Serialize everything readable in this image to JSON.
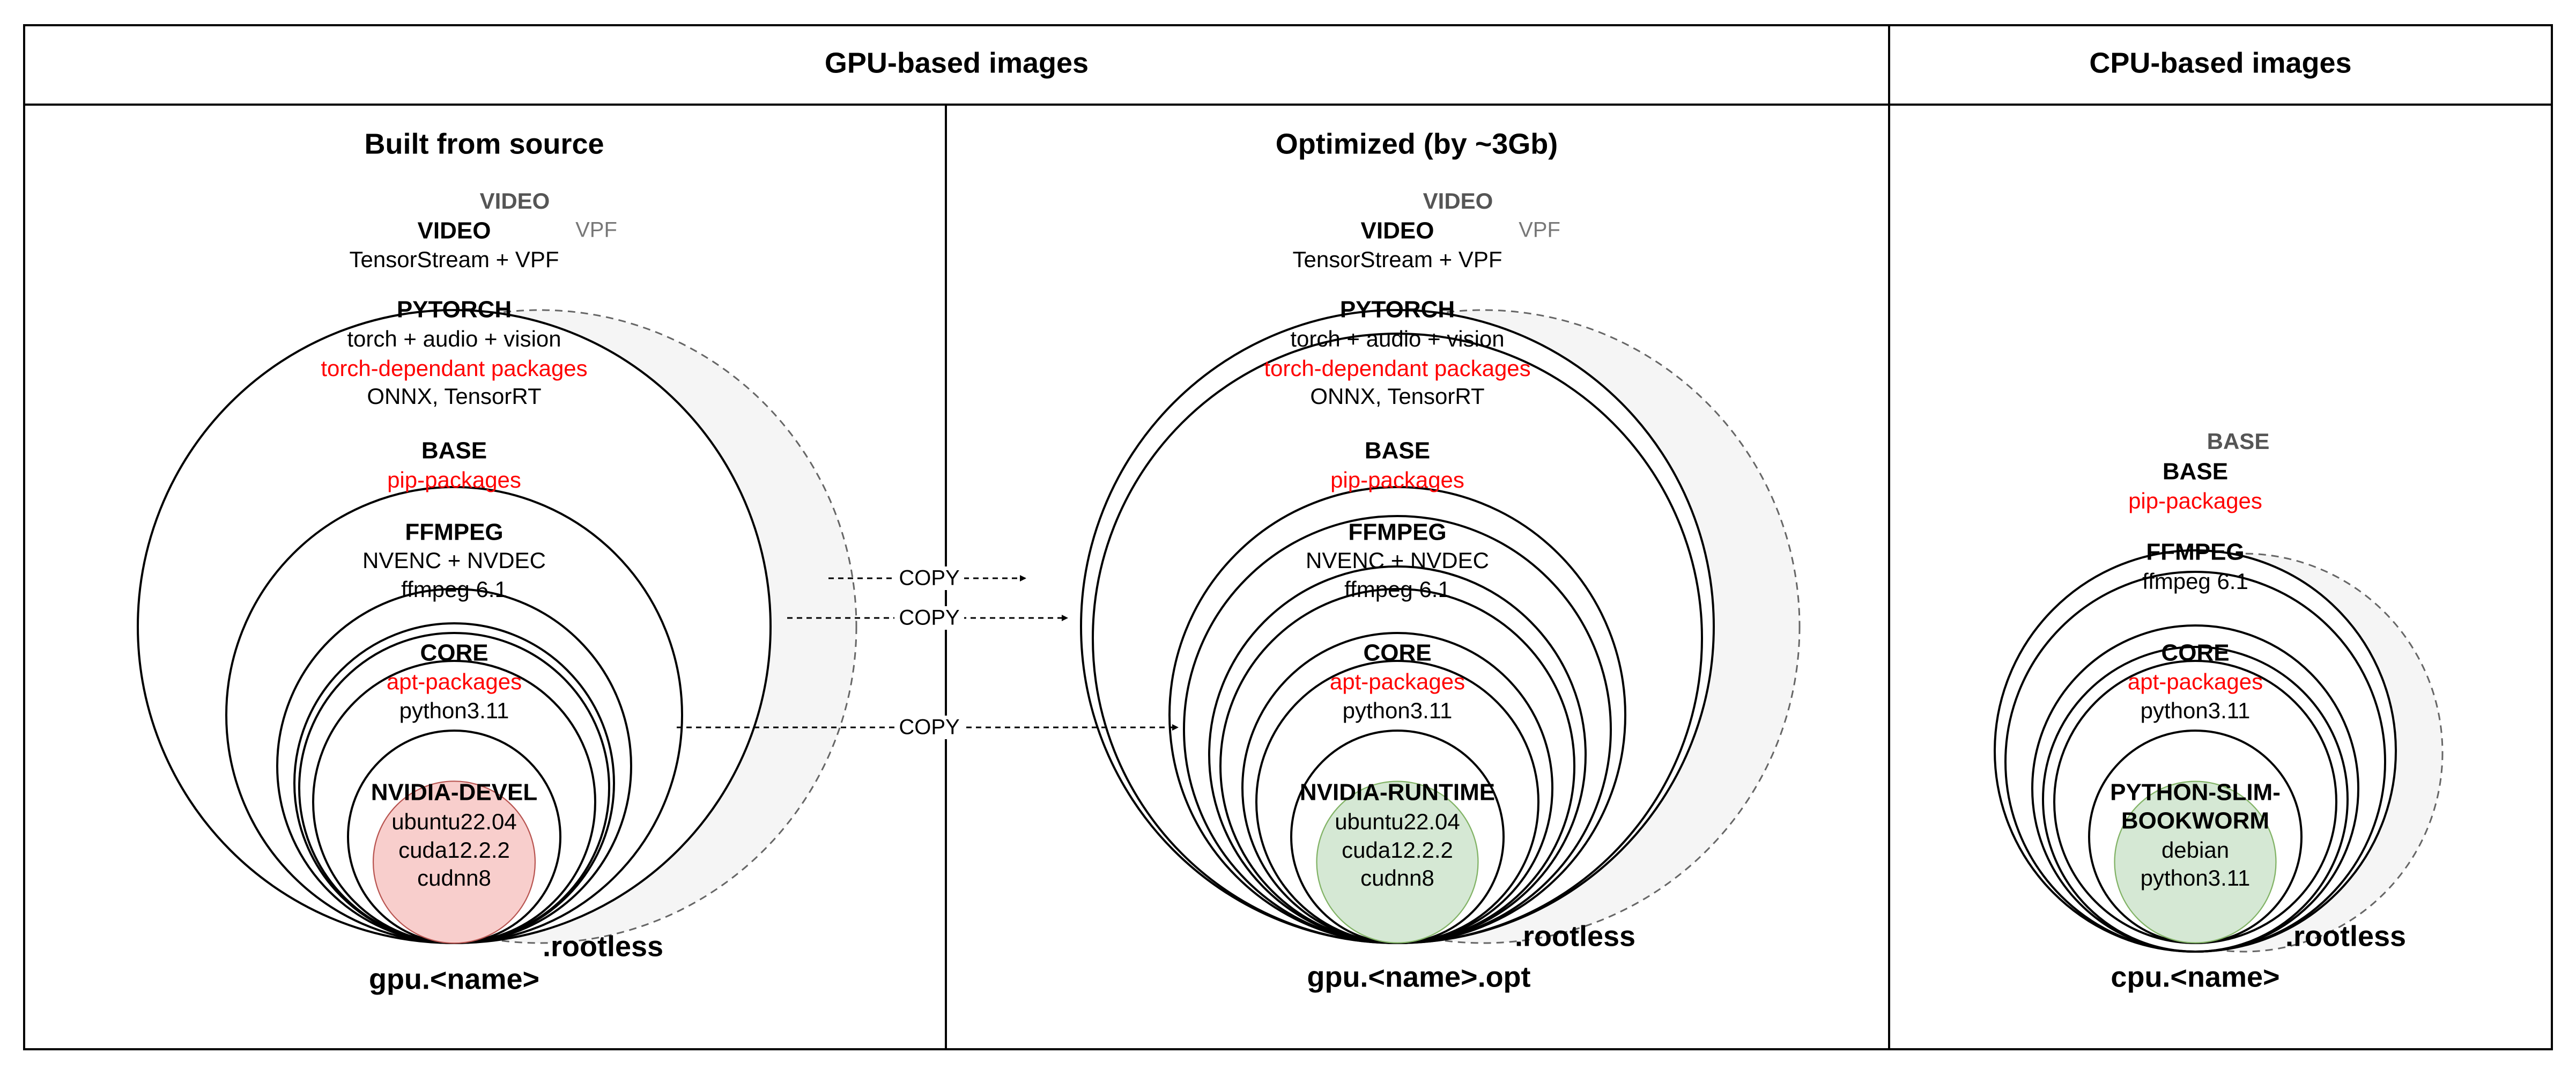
{
  "headers": {
    "gpu": "GPU-based images",
    "cpu": "CPU-based images"
  },
  "columns": {
    "left": "Built from source",
    "middle": "Optimized (by ~3Gb)"
  },
  "layers": {
    "video": {
      "title": "VIDEO",
      "line1": "TensorStream + VPF",
      "ghost_title": "VIDEO",
      "ghost_sub": "VPF"
    },
    "pytorch": {
      "title": "PYTORCH",
      "line1": "torch + audio + vision",
      "line2": "torch-dependant packages",
      "line3": "ONNX, TensorRT"
    },
    "base": {
      "title": "BASE",
      "line1": "pip-packages",
      "ghost_title": "BASE"
    },
    "ffmpeg_gpu": {
      "title": "FFMPEG",
      "line1": "NVENC + NVDEC",
      "line2": "ffmpeg 6.1"
    },
    "ffmpeg_cpu": {
      "title": "FFMPEG",
      "line1": "ffmpeg 6.1"
    },
    "core": {
      "title": "CORE",
      "line1": "apt-packages",
      "line2": "python3.11"
    }
  },
  "cores": {
    "devel": {
      "title": "NVIDIA-DEVEL",
      "line1": "ubuntu22.04",
      "line2": "cuda12.2.2",
      "line3": "cudnn8",
      "fill": "#f8cecc",
      "stroke": "#b85450"
    },
    "runtime": {
      "title": "NVIDIA-RUNTIME",
      "line1": "ubuntu22.04",
      "line2": "cuda12.2.2",
      "line3": "cudnn8",
      "fill": "#d5e8d4",
      "stroke": "#82b366"
    },
    "slim": {
      "title1": "PYTHON-SLIM-",
      "title2": "BOOKWORM",
      "line1": "debian",
      "line2": "python3.11",
      "fill": "#d5e8d4",
      "stroke": "#82b366"
    }
  },
  "copy_label": "COPY",
  "rootless_label": ".rootless",
  "image_names": {
    "gpu": "gpu.<name>",
    "gpu_opt": "gpu.<name>.opt",
    "cpu": "cpu.<name>"
  },
  "colors": {
    "accent_text": "#ff0000",
    "ghost_fill": "#f5f5f5",
    "ghost_stroke": "#666666"
  }
}
